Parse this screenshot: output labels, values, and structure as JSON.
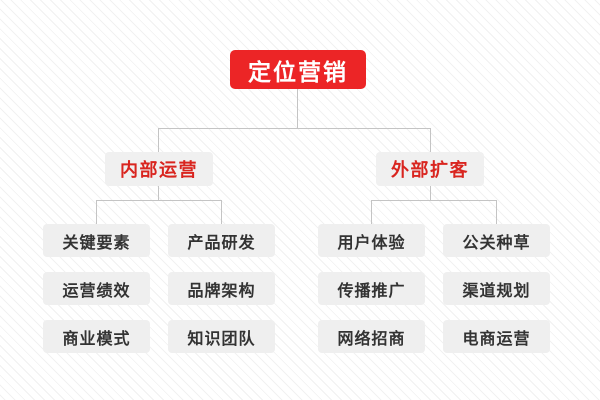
{
  "diagram": {
    "title": "定位营销",
    "type": "organization-tree",
    "colors": {
      "root_background": "#ec2526",
      "root_text": "#ffffff",
      "branch_background": "#f0f0f0",
      "branch_text": "#d9251f",
      "leaf_background": "#efefef",
      "leaf_text": "#333333",
      "connector": "#c4c4c4",
      "canvas_background": "#fdfdfd"
    },
    "root": {
      "label": "定位营销"
    },
    "branches": [
      {
        "label": "内部运营",
        "columns": [
          {
            "leaves": [
              {
                "label": "关键要素"
              },
              {
                "label": "运营绩效"
              },
              {
                "label": "商业模式"
              }
            ]
          },
          {
            "leaves": [
              {
                "label": "产品研发"
              },
              {
                "label": "品牌架构"
              },
              {
                "label": "知识团队"
              }
            ]
          }
        ]
      },
      {
        "label": "外部扩客",
        "columns": [
          {
            "leaves": [
              {
                "label": "用户体验"
              },
              {
                "label": "传播推广"
              },
              {
                "label": "网络招商"
              }
            ]
          },
          {
            "leaves": [
              {
                "label": "公关种草"
              },
              {
                "label": "渠道规划"
              },
              {
                "label": "电商运营"
              }
            ]
          }
        ]
      }
    ]
  }
}
